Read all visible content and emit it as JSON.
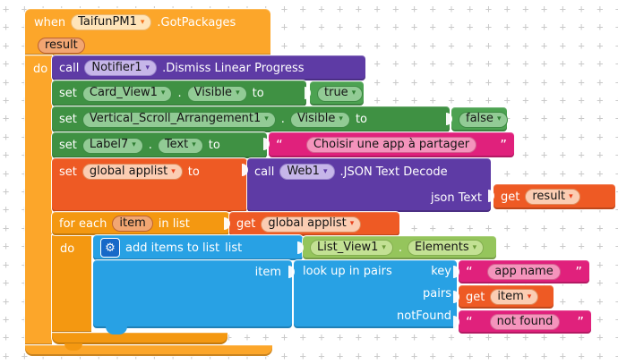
{
  "icons": {
    "dropdown": "▾",
    "gear": "⚙",
    "quote_open": "“",
    "quote_close": "”"
  },
  "colors": {
    "event_orange": "#FCA62A",
    "control_orange": "#F49811",
    "method_purple": "#5E3BA5",
    "setter_green": "#3F9143",
    "logic_green": "#4CA251",
    "text_pink": "#E0217C",
    "variable_orange": "#EE5A24",
    "list_blue": "#28A1E4",
    "component_getter_green": "#95C55C"
  },
  "when_block": {
    "keyword": "when",
    "component": "TaifunPM1",
    "event": ".GotPackages",
    "param": "result",
    "do_label": "do"
  },
  "call_notifier": {
    "keyword": "call",
    "component": "Notifier1",
    "method": ".Dismiss Linear Progress"
  },
  "set_card_view": {
    "keyword": "set",
    "component": "Card_View1",
    "dot": ".",
    "property": "Visible",
    "to": "to",
    "value": "true"
  },
  "set_scroll": {
    "keyword": "set",
    "component": "Vertical_Scroll_Arrangement1",
    "dot": ".",
    "property": "Visible",
    "to": "to",
    "value": "false"
  },
  "set_label": {
    "keyword": "set",
    "component": "Label7",
    "dot": ".",
    "property": "Text",
    "to": "to",
    "value": "Choisir une app à partager"
  },
  "set_global": {
    "keyword": "set",
    "variable": "global applist",
    "to": "to"
  },
  "call_web": {
    "keyword": "call",
    "component": "Web1",
    "method": ".JSON Text Decode",
    "arg": "json Text"
  },
  "get_result": {
    "keyword": "get",
    "variable": "result"
  },
  "for_each": {
    "keyword": "for each",
    "param": "item",
    "in_list": "in list",
    "do_label": "do"
  },
  "get_applist": {
    "keyword": "get",
    "variable": "global applist"
  },
  "add_items": {
    "label": "add items to list",
    "list_arg": "list",
    "item_arg": "item"
  },
  "list_view_elements": {
    "component": "List_View1",
    "dot": ".",
    "property": "Elements"
  },
  "lookup": {
    "label": "look up in pairs",
    "key_arg": "key",
    "pairs_arg": "pairs",
    "notfound_arg": "notFound"
  },
  "key_value": {
    "value": "app name"
  },
  "get_item": {
    "keyword": "get",
    "variable": "item"
  },
  "notfound_value": {
    "value": "not found"
  }
}
